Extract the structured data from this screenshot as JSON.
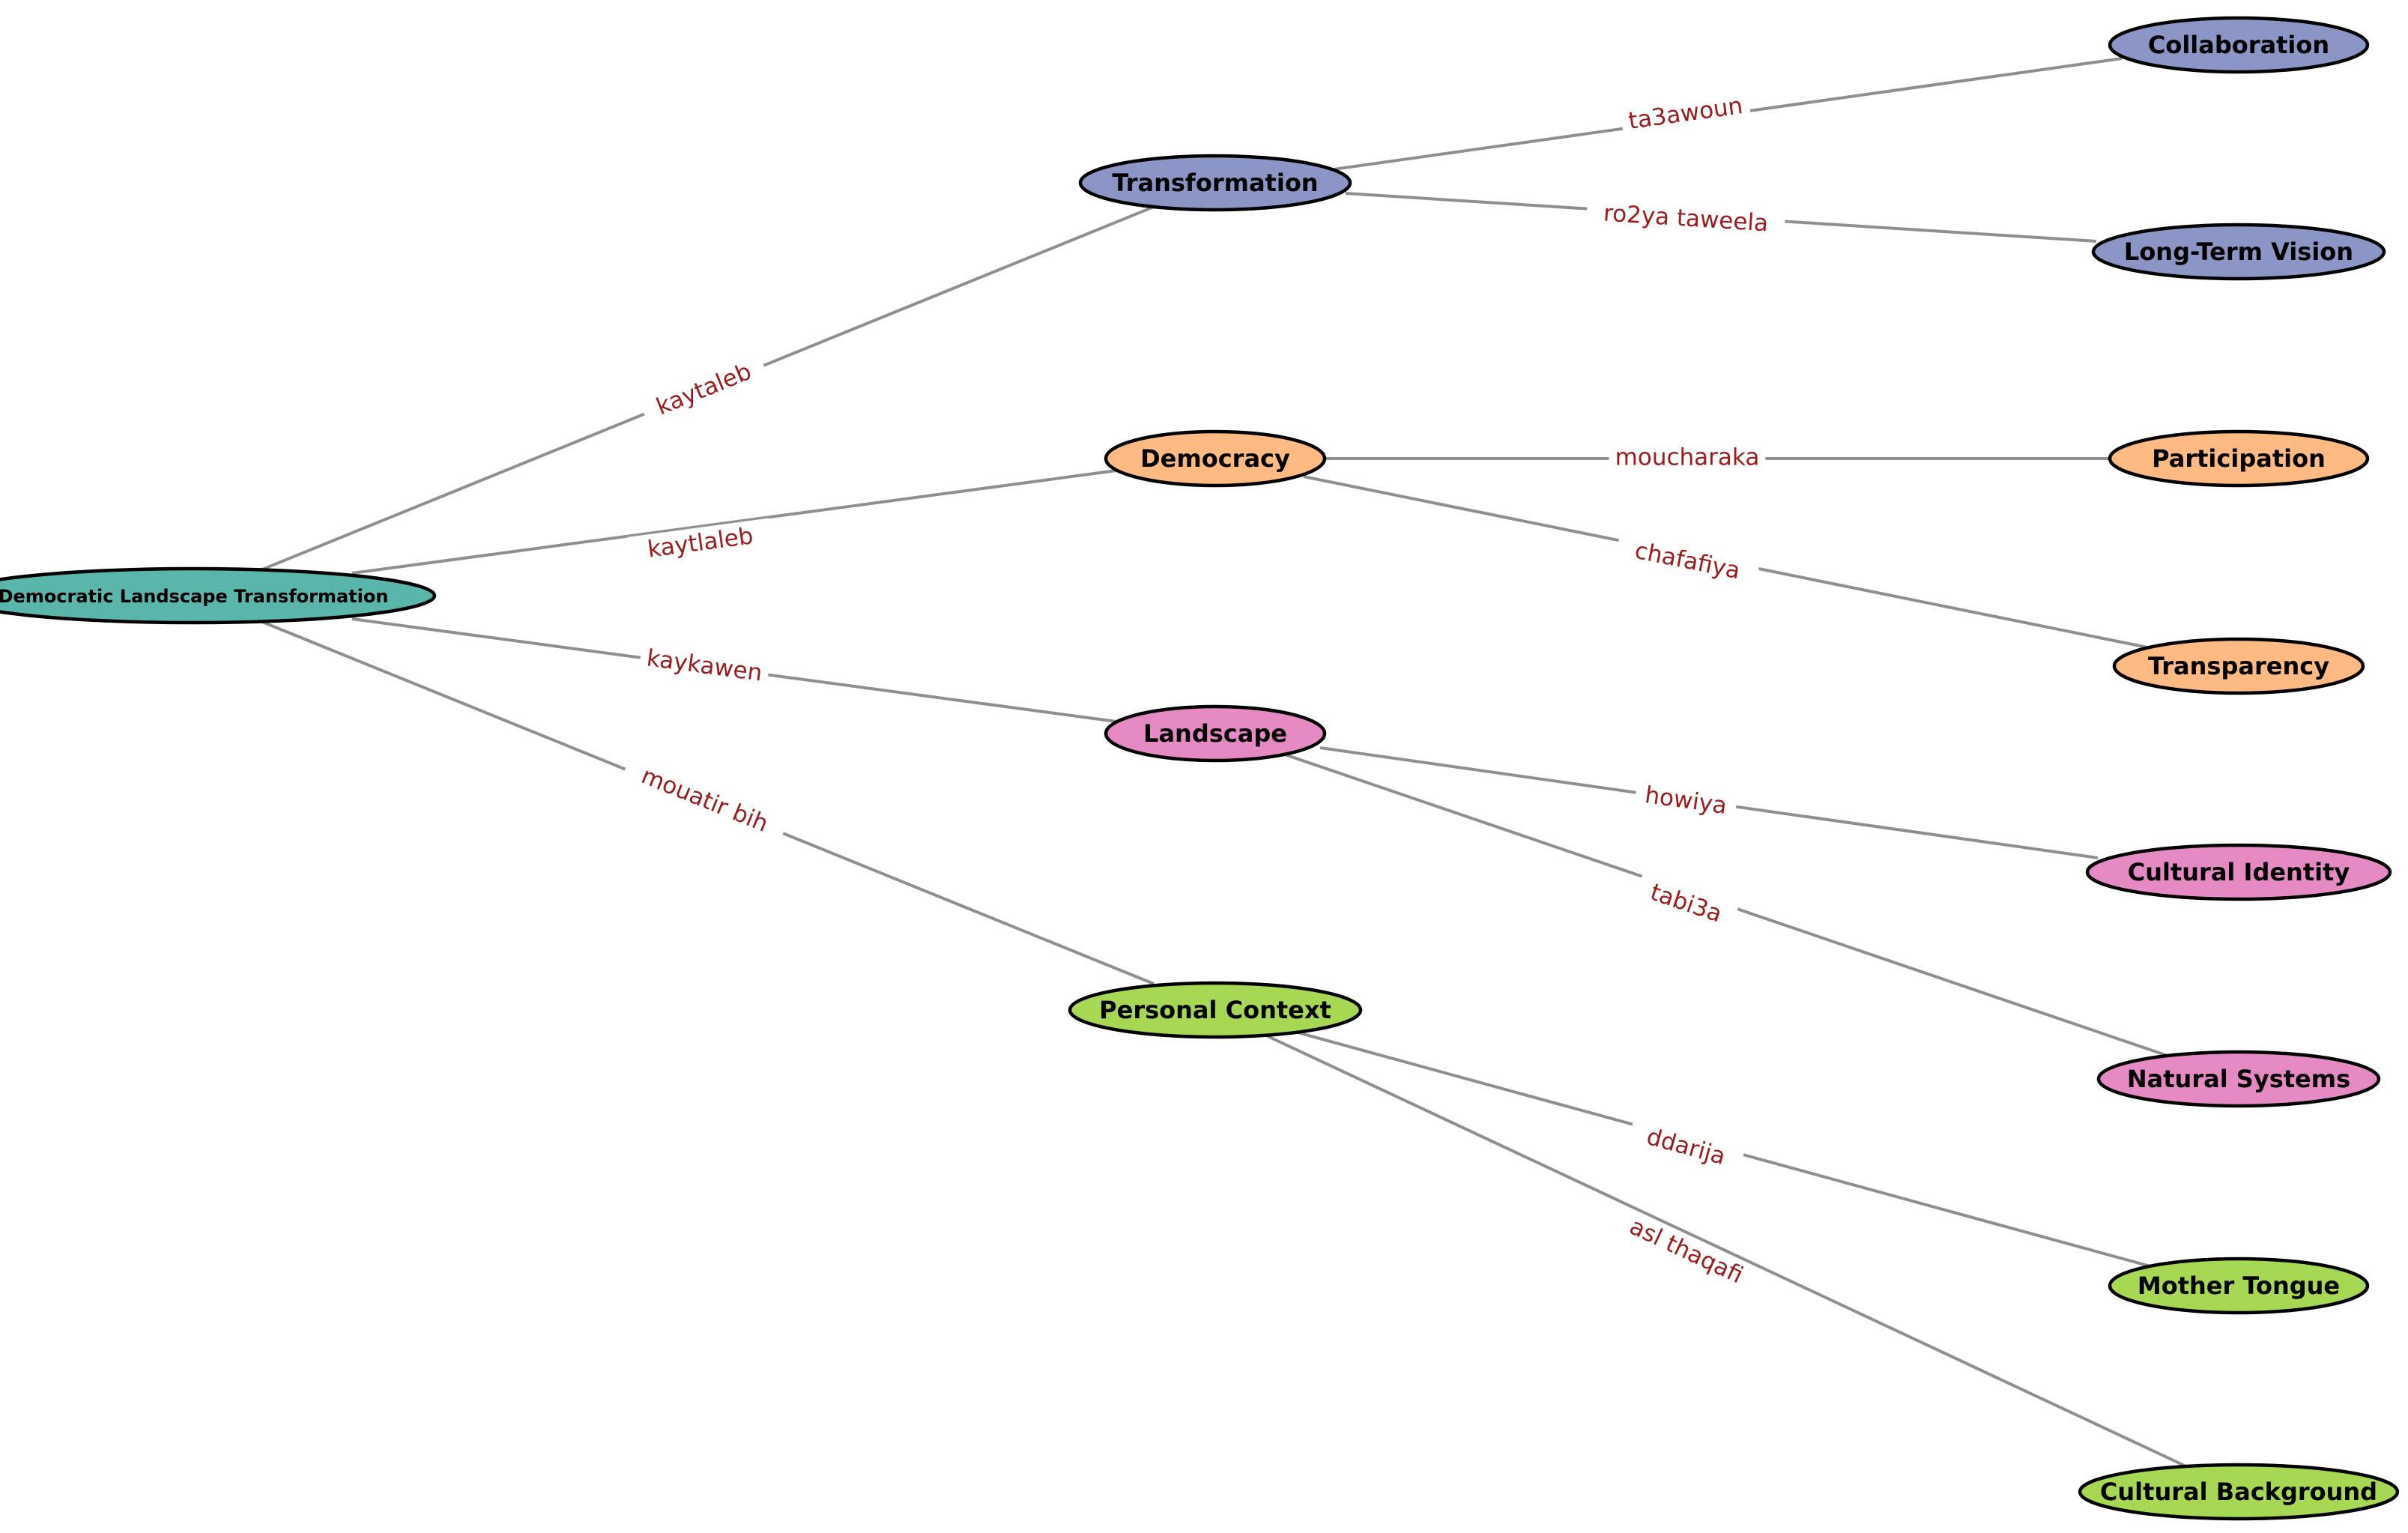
{
  "diagram": {
    "colors": {
      "root": "#5ab5aa",
      "transformation": "#8c96c6",
      "democracy": "#fdba82",
      "landscape": "#e68ac3",
      "personal": "#a6d854",
      "edge": "#8f8f8f",
      "edge_label": "#9b1c1c"
    },
    "nodes": [
      {
        "id": "root",
        "label": "Democratic Landscape Transformation",
        "group": "root"
      },
      {
        "id": "transformation",
        "label": "Transformation",
        "group": "transformation"
      },
      {
        "id": "democracy",
        "label": "Democracy",
        "group": "democracy"
      },
      {
        "id": "landscape",
        "label": "Landscape",
        "group": "landscape"
      },
      {
        "id": "personal",
        "label": "Personal Context",
        "group": "personal"
      },
      {
        "id": "collaboration",
        "label": "Collaboration",
        "group": "transformation"
      },
      {
        "id": "longterm",
        "label": "Long-Term Vision",
        "group": "transformation"
      },
      {
        "id": "participation",
        "label": "Participation",
        "group": "democracy"
      },
      {
        "id": "transparency",
        "label": "Transparency",
        "group": "democracy"
      },
      {
        "id": "cultural_identity",
        "label": "Cultural Identity",
        "group": "landscape"
      },
      {
        "id": "natural_systems",
        "label": "Natural Systems",
        "group": "landscape"
      },
      {
        "id": "mother_tongue",
        "label": "Mother Tongue",
        "group": "personal"
      },
      {
        "id": "cultural_background",
        "label": "Cultural Background",
        "group": "personal"
      }
    ],
    "edges": [
      {
        "from": "root",
        "to": "transformation",
        "label": "kaytaleb"
      },
      {
        "from": "root",
        "to": "democracy",
        "label": "kaytlaleb"
      },
      {
        "from": "root",
        "to": "landscape",
        "label": "kaykawen"
      },
      {
        "from": "root",
        "to": "personal",
        "label": "mouatir bih"
      },
      {
        "from": "transformation",
        "to": "collaboration",
        "label": "ta3awoun"
      },
      {
        "from": "transformation",
        "to": "longterm",
        "label": "ro2ya taweela"
      },
      {
        "from": "democracy",
        "to": "participation",
        "label": "moucharaka"
      },
      {
        "from": "democracy",
        "to": "transparency",
        "label": "chafafiya"
      },
      {
        "from": "landscape",
        "to": "cultural_identity",
        "label": "howiya"
      },
      {
        "from": "landscape",
        "to": "natural_systems",
        "label": "tabi3a"
      },
      {
        "from": "personal",
        "to": "mother_tongue",
        "label": "ddarija"
      },
      {
        "from": "personal",
        "to": "cultural_background",
        "label": "asl thaqafi"
      }
    ]
  }
}
